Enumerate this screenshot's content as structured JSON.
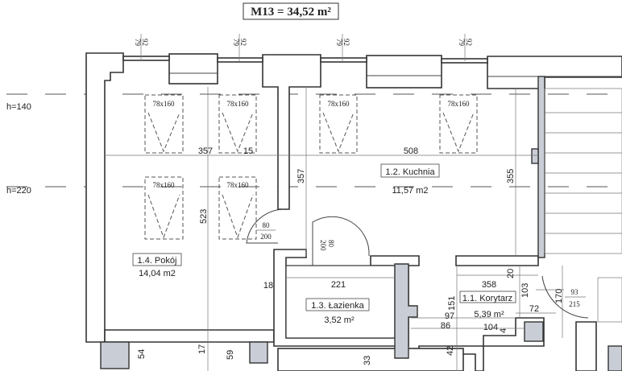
{
  "title": "M13 = 34,52 m²",
  "heights": {
    "h140": "h=140",
    "h220": "h=220"
  },
  "window_dims": {
    "a": "79",
    "b": "92"
  },
  "skylight": "78x160",
  "rooms": [
    {
      "label": "1.1. Korytarz",
      "area": "5,39 m²"
    },
    {
      "label": "1.2. Kuchnia",
      "area": "11,57 m2"
    },
    {
      "label": "1.3. Łazienka",
      "area": "3,52 m²"
    },
    {
      "label": "1.4. Pokój",
      "area": "14,04 m2"
    }
  ],
  "doors": {
    "d1_w": "80",
    "d1_h": "200",
    "d2_w": "80",
    "d2_h": "200",
    "d3_w": "93",
    "d3_h": "215"
  },
  "dimensions": {
    "d357a": "357",
    "d15": "15",
    "d508": "508",
    "d357b": "357",
    "d523": "523",
    "d355": "355",
    "d18": "18",
    "d221": "221",
    "d358": "358",
    "d20": "20",
    "d103": "103",
    "d72": "72",
    "d170": "170",
    "d151": "151",
    "d97": "97",
    "d86": "86",
    "d104": "104",
    "d4": "4",
    "d42": "42",
    "d54": "54",
    "d17": "17",
    "d59": "59",
    "d33": "33"
  }
}
